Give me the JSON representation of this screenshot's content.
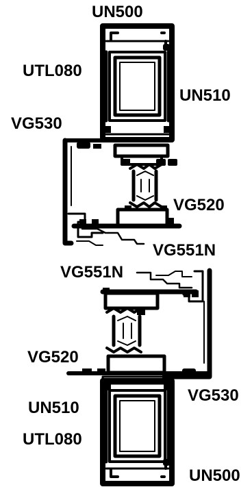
{
  "labels": {
    "top_un500": "UN500",
    "top_utl080": "UTL080",
    "top_un510": "UN510",
    "top_vg530": "VG530",
    "top_vg520": "VG520",
    "top_vg551n": "VG551N",
    "bottom_vg551n": "VG551N",
    "bottom_vg520": "VG520",
    "bottom_vg530": "VG530",
    "bottom_un510": "UN510",
    "bottom_utl080": "UTL080",
    "bottom_un500": "UN500"
  },
  "colors": {
    "line": "#000000",
    "background": "#ffffff"
  }
}
